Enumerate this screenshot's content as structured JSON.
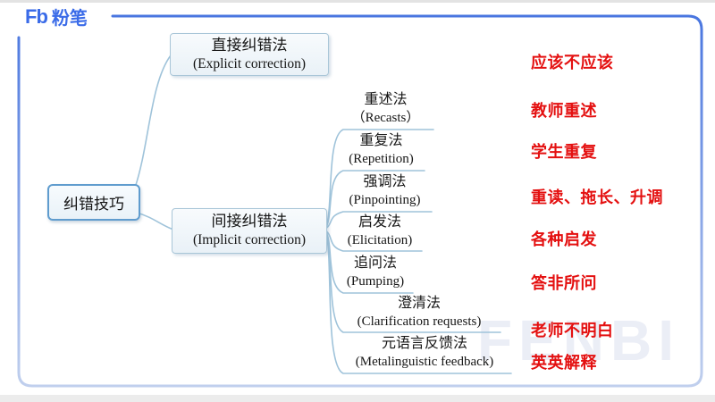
{
  "brand": {
    "mark": "Fb",
    "name": "粉笔"
  },
  "mindmap": {
    "root": {
      "label": "纠错技巧"
    },
    "branches": [
      {
        "zh": "直接纠错法",
        "en": "(Explicit correction)"
      },
      {
        "zh": "间接纠错法",
        "en": "(Implicit correction)"
      }
    ],
    "leaves": [
      {
        "zh": "重述法",
        "en": "（Recasts）"
      },
      {
        "zh": "重复法",
        "en": "(Repetition)"
      },
      {
        "zh": "强调法",
        "en": "(Pinpointing)"
      },
      {
        "zh": "启发法",
        "en": "(Elicitation)"
      },
      {
        "zh": "追问法",
        "en": "(Pumping)"
      },
      {
        "zh": "澄清法",
        "en": "(Clarification requests)"
      },
      {
        "zh": "元语言反馈法",
        "en": "(Metalinguistic feedback)"
      }
    ]
  },
  "annotations": [
    {
      "text": "应该不应该"
    },
    {
      "text": "教师重述"
    },
    {
      "text": "学生重复"
    },
    {
      "text": "重读、拖长、升调"
    },
    {
      "text": "各种启发"
    },
    {
      "text": "答非所问"
    },
    {
      "text": "老师不明白"
    },
    {
      "text": "英英解释"
    }
  ],
  "watermark": {
    "text": "FENBI"
  },
  "colors": {
    "brand_blue": "#3a6be8",
    "annotation_red": "#e41010",
    "connector_blue": "#9fc3da",
    "root_border_blue": "#5f9cce",
    "frame_gradient_top": "#4472df",
    "frame_gradient_bottom": "#c5d3ee"
  }
}
